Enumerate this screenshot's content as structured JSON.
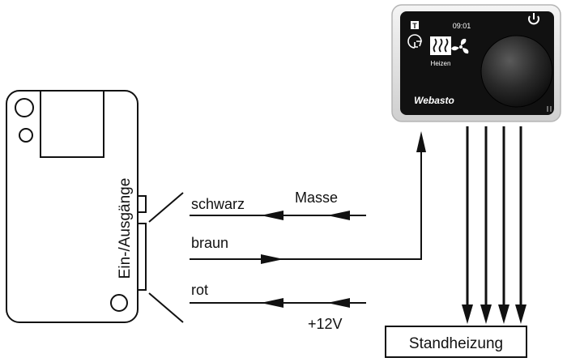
{
  "module": {
    "io_label": "Ein-/Ausgänge"
  },
  "wires": {
    "black": "schwarz",
    "brown": "braun",
    "red": "rot"
  },
  "signals": {
    "ground": "Masse",
    "supply": "+12V"
  },
  "controller": {
    "badge": "T",
    "time": "09:01",
    "mode_label": "Heizen",
    "brand": "Webasto",
    "icons": [
      "timer-icon",
      "heating-icon",
      "fan-icon",
      "power-icon"
    ]
  },
  "heater": {
    "label": "Standheizung"
  },
  "colors": {
    "line": "#111111",
    "controller_bezel": "#e6e6e6",
    "controller_face": "#111111",
    "screen_highlight": "#ffffff"
  }
}
